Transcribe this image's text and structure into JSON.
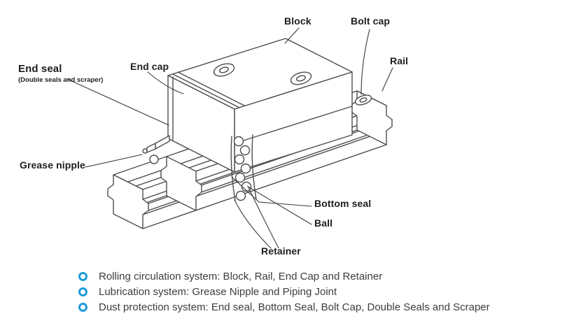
{
  "diagram": {
    "labels": {
      "block": "Block",
      "bolt_cap": "Bolt cap",
      "rail": "Rail",
      "end_cap": "End cap",
      "end_seal": "End seal",
      "end_seal_note": "(Double seals and scraper)",
      "grease_nipple": "Grease nipple",
      "bottom_seal": "Bottom seal",
      "ball": "Ball",
      "retainer": "Retainer"
    }
  },
  "legend": {
    "items": [
      {
        "text": "Rolling circulation system: Block, Rail, End Cap and Retainer"
      },
      {
        "text": "Lubrication system: Grease Nipple and Piping Joint"
      },
      {
        "text": "Dust protection system: End seal, Bottom Seal, Bolt Cap, Double Seals and Scraper"
      }
    ]
  },
  "colors": {
    "line": "#4d4d4d",
    "leader": "#3a3a3a",
    "label_text": "#1d1d1b",
    "legend_text": "#3d3d3c",
    "bullet_accent": "#1b9cd8"
  }
}
